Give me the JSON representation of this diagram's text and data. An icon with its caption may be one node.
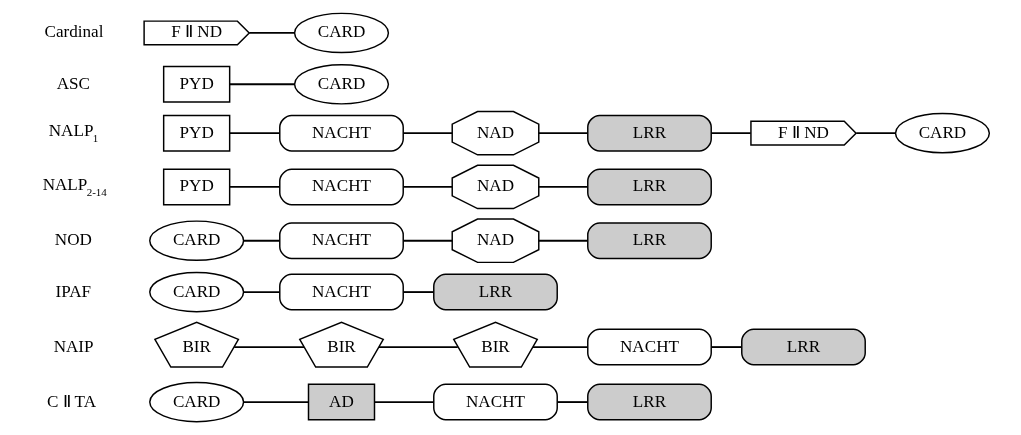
{
  "diagram": {
    "nodes": [
      {
        "text": [
          "F Ⅱ ND"
        ]
      },
      {
        "text": [
          "CARD"
        ]
      },
      {
        "text": [
          "PYD"
        ]
      },
      {
        "text": [
          "CARD"
        ]
      },
      {
        "text": [
          "PYD"
        ]
      },
      {
        "text": [
          "NACHT"
        ]
      },
      {
        "text": [
          "NAD"
        ]
      },
      {
        "text": [
          "LRR"
        ]
      },
      {
        "text": [
          "F Ⅱ ND"
        ]
      },
      {
        "text": [
          "CARD"
        ]
      },
      {
        "text": [
          "PYD"
        ]
      },
      {
        "text": [
          "NACHT"
        ]
      },
      {
        "text": [
          "NAD"
        ]
      },
      {
        "text": [
          "LRR"
        ]
      },
      {
        "text": [
          "CARD"
        ]
      },
      {
        "text": [
          "NACHT"
        ]
      },
      {
        "text": [
          "NAD"
        ]
      },
      {
        "text": [
          "LRR"
        ]
      },
      {
        "text": [
          "CARD"
        ]
      },
      {
        "text": [
          "NACHT"
        ]
      },
      {
        "text": [
          "LRR"
        ]
      },
      {
        "text": [
          "BIR"
        ]
      },
      {
        "text": [
          "BIR"
        ]
      },
      {
        "text": [
          "BIR"
        ]
      },
      {
        "text": [
          "NACHT"
        ]
      },
      {
        "text": [
          "LRR"
        ]
      },
      {
        "text": [
          "CARD"
        ]
      },
      {
        "text": [
          "AD"
        ]
      },
      {
        "text": [
          "NACHT"
        ]
      },
      {
        "text": [
          "LRR"
        ]
      }
    ],
    "edges": [
      {
        "from": 0,
        "to": 1,
        "arrow": "none"
      },
      {
        "from": 2,
        "to": 3,
        "arrow": "none"
      },
      {
        "from": 4,
        "to": 5,
        "arrow": "none"
      },
      {
        "from": 5,
        "to": 6,
        "arrow": "none"
      },
      {
        "from": 6,
        "to": 7,
        "arrow": "none"
      },
      {
        "from": 7,
        "to": 8,
        "arrow": "none"
      },
      {
        "from": 8,
        "to": 9,
        "arrow": "none"
      },
      {
        "from": 10,
        "to": 11,
        "arrow": "none"
      },
      {
        "from": 11,
        "to": 12,
        "arrow": "none"
      },
      {
        "from": 12,
        "to": 13,
        "arrow": "none"
      },
      {
        "from": 14,
        "to": 15,
        "arrow": "none"
      },
      {
        "from": 15,
        "to": 16,
        "arrow": "none"
      },
      {
        "from": 16,
        "to": 17,
        "arrow": "none"
      },
      {
        "from": 18,
        "to": 19,
        "arrow": "none"
      },
      {
        "from": 19,
        "to": 20,
        "arrow": "none"
      },
      {
        "from": 21,
        "to": 22,
        "arrow": "none"
      },
      {
        "from": 22,
        "to": 23,
        "arrow": "none"
      },
      {
        "from": 23,
        "to": 24,
        "arrow": "none"
      },
      {
        "from": 24,
        "to": 25,
        "arrow": "none"
      },
      {
        "from": 26,
        "to": 27,
        "arrow": "none"
      },
      {
        "from": 27,
        "to": 28,
        "arrow": "none"
      },
      {
        "from": 28,
        "to": 29,
        "arrow": "none"
      }
    ],
    "labels": [
      "Cardinal",
      "ASC",
      "NALP$_{1}$",
      "NALP$_{2-14}$",
      "NOD",
      "IPAF",
      "NAIP",
      "C Ⅱ TA"
    ]
  }
}
